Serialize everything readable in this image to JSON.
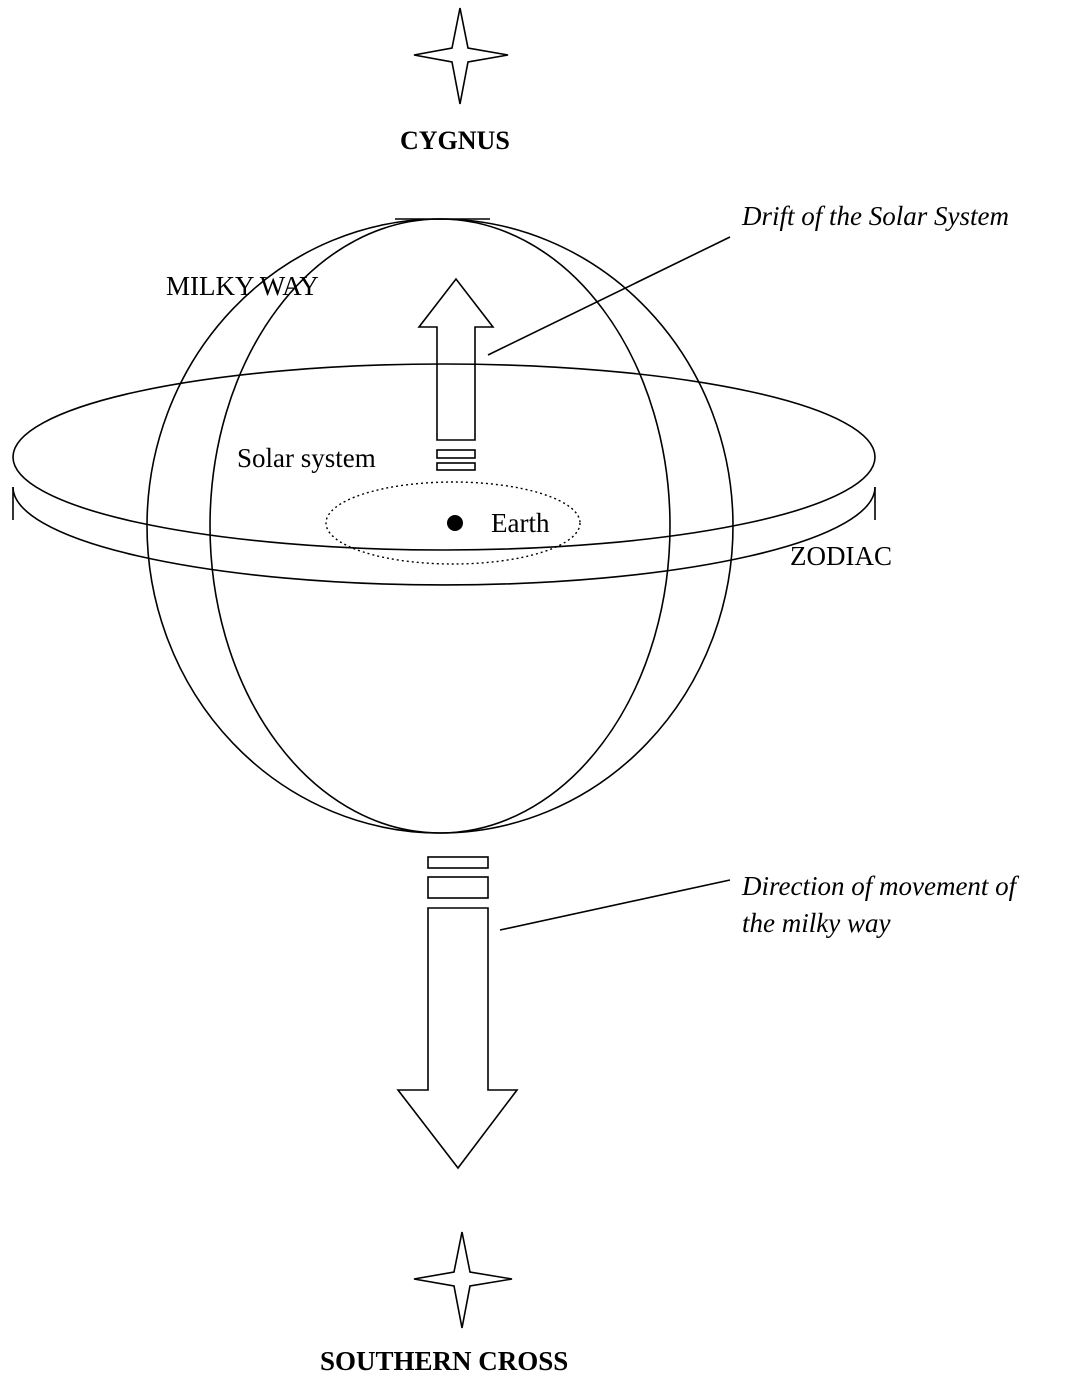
{
  "labels": {
    "top_star": "CYGNUS",
    "bottom_star": "SOUTHERN CROSS",
    "milky_way": "MILKY WAY",
    "zodiac": "ZODIAC",
    "solar_system": "Solar system",
    "earth": "Earth",
    "drift_annotation": "Drift of the Solar System",
    "movement_annotation_line1": "Direction of movement of",
    "movement_annotation_line2": "the milky way"
  },
  "colors": {
    "stroke": "#000000",
    "background": "#ffffff"
  }
}
